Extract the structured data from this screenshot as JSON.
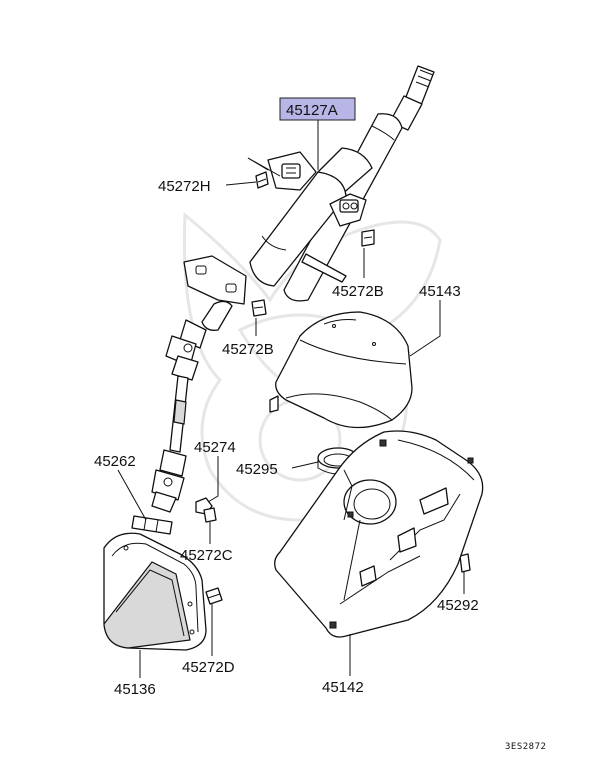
{
  "callouts": {
    "c45127A": "45127A",
    "c45272H": "45272H",
    "c45272B_top": "45272B",
    "c45143": "45143",
    "c45272B_mid": "45272B",
    "c45262": "45262",
    "c45274": "45274",
    "c45295": "45295",
    "c45272C": "45272C",
    "c45292": "45292",
    "c45272D": "45272D",
    "c45136": "45136",
    "c45142": "45142"
  },
  "diagram_code": "3ES2872",
  "colors": {
    "highlight": "#b7b6e6",
    "line": "#111111"
  }
}
